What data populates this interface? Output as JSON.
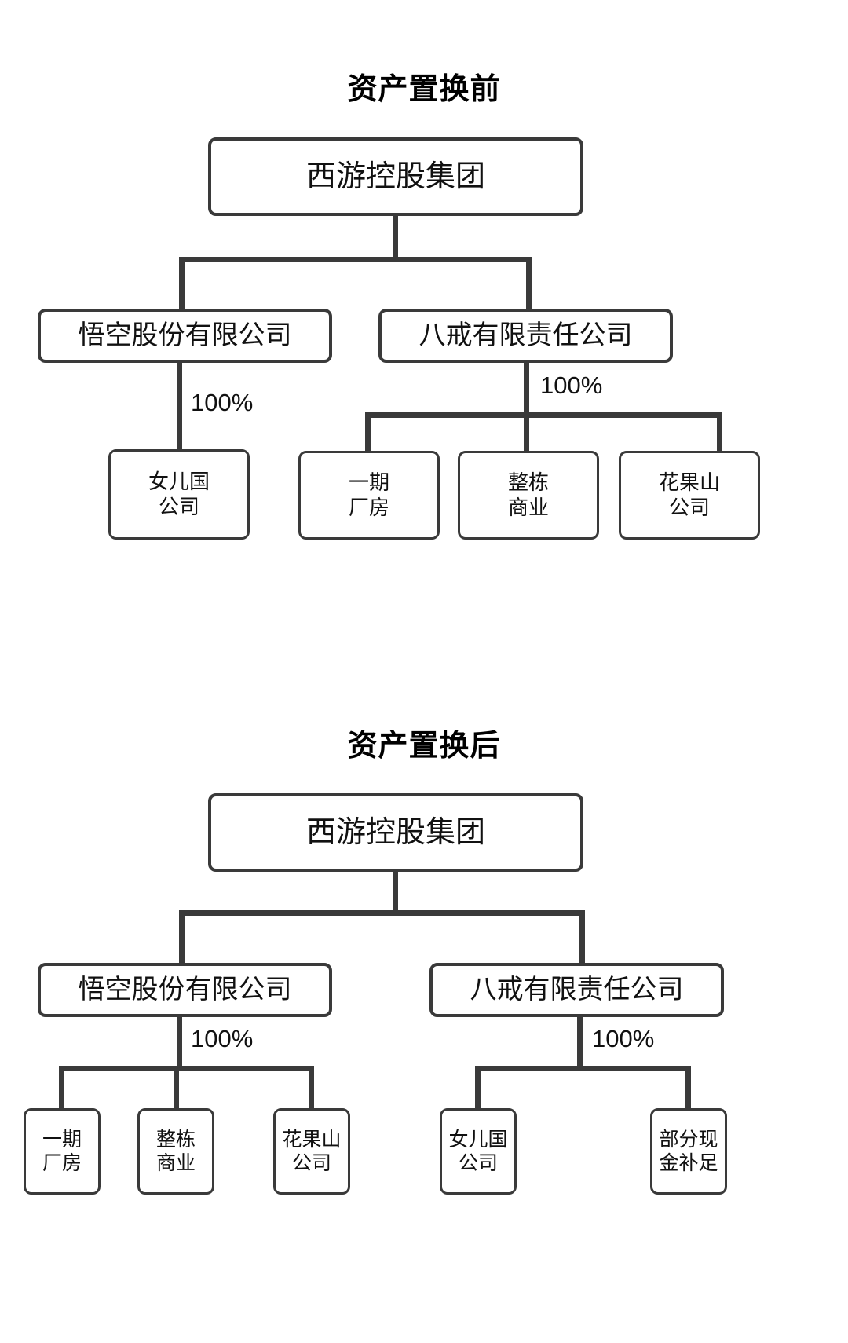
{
  "page": {
    "background": "#ffffff",
    "line_color": "#3a3a3a",
    "text_color": "#111111"
  },
  "sections": [
    {
      "id": "before",
      "title": "资产置换前",
      "root": {
        "label": "西游控股集团"
      },
      "level2": [
        {
          "label": "悟空股份有限公司"
        },
        {
          "label": "八戒有限责任公司"
        }
      ],
      "percent_labels": [
        {
          "value": "100%"
        },
        {
          "value": "100%"
        }
      ],
      "leaves_left": [
        {
          "label": "女儿国\n公司"
        }
      ],
      "leaves_right": [
        {
          "label": "一期\n厂房"
        },
        {
          "label": "整栋\n商业"
        },
        {
          "label": "花果山\n公司"
        }
      ]
    },
    {
      "id": "after",
      "title": "资产置换后",
      "root": {
        "label": "西游控股集团"
      },
      "level2": [
        {
          "label": "悟空股份有限公司"
        },
        {
          "label": "八戒有限责任公司"
        }
      ],
      "percent_labels": [
        {
          "value": "100%"
        },
        {
          "value": "100%"
        }
      ],
      "leaves_left": [
        {
          "label": "一期\n厂房"
        },
        {
          "label": "整栋\n商业"
        },
        {
          "label": "花果山\n公司"
        }
      ],
      "leaves_right": [
        {
          "label": "女儿国\n公司"
        },
        {
          "label": "部分现\n金补足"
        }
      ]
    }
  ]
}
